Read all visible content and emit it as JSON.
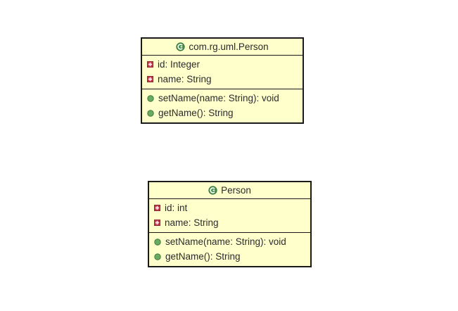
{
  "diagram": {
    "type": "uml-class-diagram",
    "background_color": "#ffffff",
    "class_fill_color": "#ffffcc",
    "class_border_color": "#1a1a1a",
    "text_color": "#2b2b2b",
    "class_icon_color": "#3f8f46",
    "field_icon_color": "#c0374a",
    "method_icon_color": "#6aab63",
    "classes": [
      {
        "name": "com.rg.uml.Person",
        "icon": "class-icon",
        "fields": [
          {
            "label": "id: Integer",
            "icon": "field-icon"
          },
          {
            "label": "name: String",
            "icon": "field-icon"
          }
        ],
        "methods": [
          {
            "label": "setName(name: String): void",
            "icon": "method-icon"
          },
          {
            "label": "getName(): String",
            "icon": "method-icon"
          }
        ]
      },
      {
        "name": "Person",
        "icon": "class-icon",
        "fields": [
          {
            "label": "id: int",
            "icon": "field-icon"
          },
          {
            "label": "name: String",
            "icon": "field-icon"
          }
        ],
        "methods": [
          {
            "label": "setName(name: String): void",
            "icon": "method-icon"
          },
          {
            "label": "getName(): String",
            "icon": "method-icon"
          }
        ]
      }
    ]
  }
}
